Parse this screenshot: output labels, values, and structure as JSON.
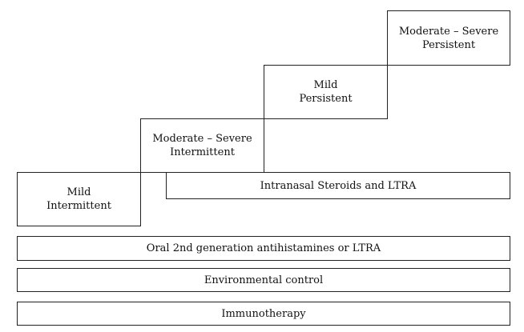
{
  "steps": {
    "mild_intermittent": {
      "line1": "Mild",
      "line2": "Intermittent"
    },
    "moderate_severe_intermittent": {
      "line1": "Moderate – Severe",
      "line2": "Intermittent"
    },
    "mild_persistent": {
      "line1": "Mild",
      "line2": "Persistent"
    },
    "moderate_severe_persistent": {
      "line1": "Moderate – Severe",
      "line2": "Persistent"
    }
  },
  "treatments": {
    "intranasal": "Intranasal Steroids and LTRA",
    "oral": "Oral 2nd generation antihistamines or LTRA",
    "environmental": "Environmental control",
    "immunotherapy": "Immunotherapy"
  }
}
